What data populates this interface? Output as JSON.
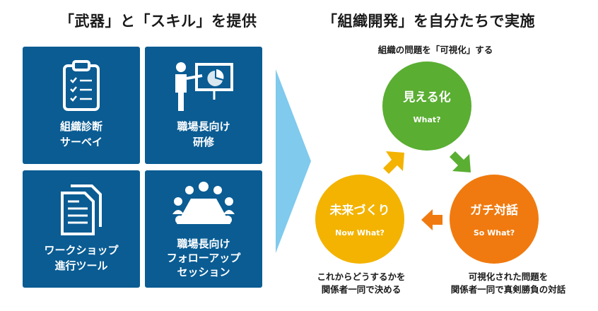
{
  "left": {
    "heading": "「武器」と「スキル」を提供",
    "tiles": [
      {
        "label": "組織診断\nサーベイ",
        "icon": "clipboard-checklist-icon"
      },
      {
        "label": "職場長向け\n研修",
        "icon": "presenter-board-icon"
      },
      {
        "label": "ワークショップ\n進行ツール",
        "icon": "documents-icon"
      },
      {
        "label": "職場長向け\nフォローアップ\nセッション",
        "icon": "meeting-table-icon"
      }
    ]
  },
  "right": {
    "heading": "「組織開発」を自分たちで実施",
    "top_caption": "組織の問題を「可視化」する",
    "cycle": [
      {
        "title": "見える化",
        "subtitle": "What?",
        "color": "#5aae32"
      },
      {
        "title": "ガチ対話",
        "subtitle": "So What?",
        "color": "#f07a0f"
      },
      {
        "title": "未来づくり",
        "subtitle": "Now What?",
        "color": "#f3b300"
      }
    ],
    "bottom_right_caption": "可視化された問題を\n関係者一同で真剣勝負の対話",
    "bottom_left_caption": "これからどうするかを\n関係者一同で決める"
  },
  "colors": {
    "tile_blue": "#0a5c93",
    "chevron_blue": "#7fcaed",
    "arrow_green": "#5aae32",
    "arrow_orange": "#f07a0f",
    "arrow_yellow": "#f3b300"
  }
}
